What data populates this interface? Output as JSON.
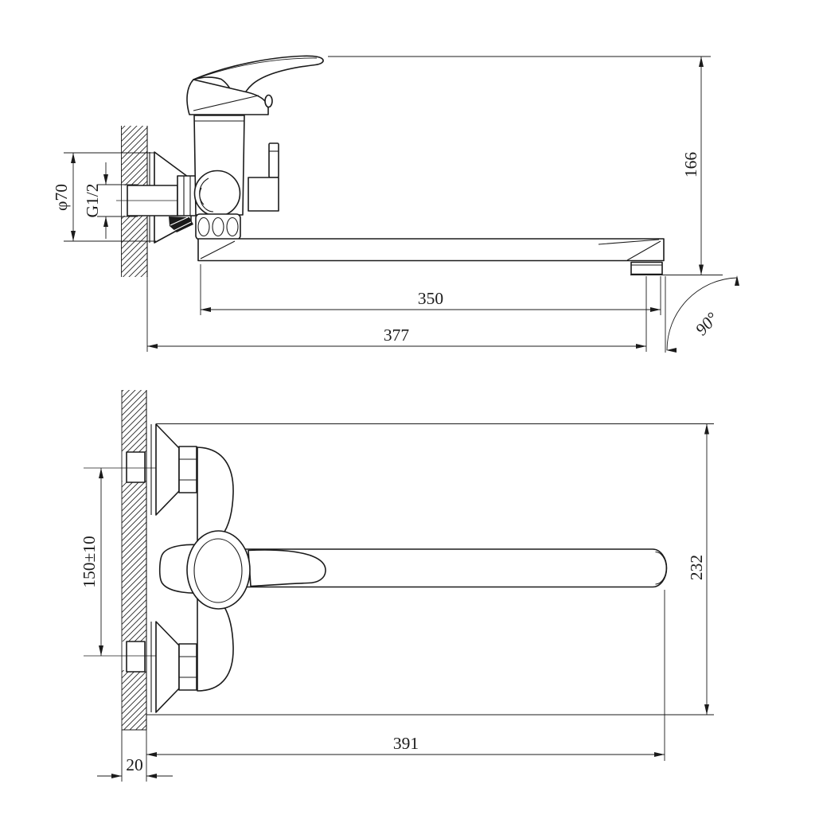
{
  "colors": {
    "line": "#1b1b1b",
    "background": "#ffffff"
  },
  "side_view": {
    "dims": {
      "escutcheon_diameter": "φ70",
      "thread_size": "G1/2",
      "height": "166",
      "spout_reach": "350",
      "overall_reach": "377",
      "swivel_angle": "90°"
    }
  },
  "top_view": {
    "dims": {
      "inlet_spacing": "150±10",
      "overall_depth": "232",
      "overall_length": "391",
      "wall_thickness": "20"
    }
  }
}
